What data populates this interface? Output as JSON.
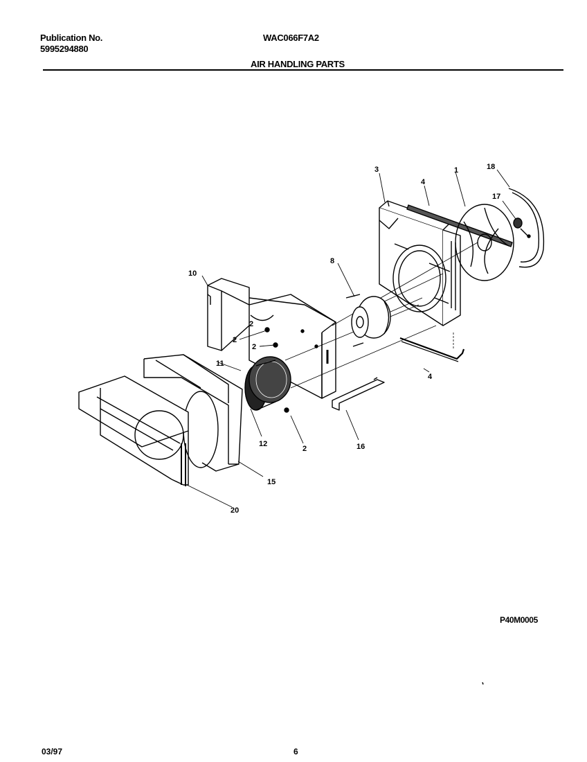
{
  "header": {
    "publication_label": "Publication No.",
    "publication_number": "5995294880",
    "model": "WAC066F7A2",
    "section_title": "AIR HANDLING PARTS"
  },
  "diagram": {
    "callouts": [
      "1",
      "2",
      "2",
      "2",
      "2",
      "3",
      "4",
      "4",
      "8",
      "10",
      "11",
      "12",
      "15",
      "16",
      "17",
      "18",
      "20"
    ],
    "figure_code": "P40M0005"
  },
  "footer": {
    "date": "03/97",
    "page": "6"
  }
}
